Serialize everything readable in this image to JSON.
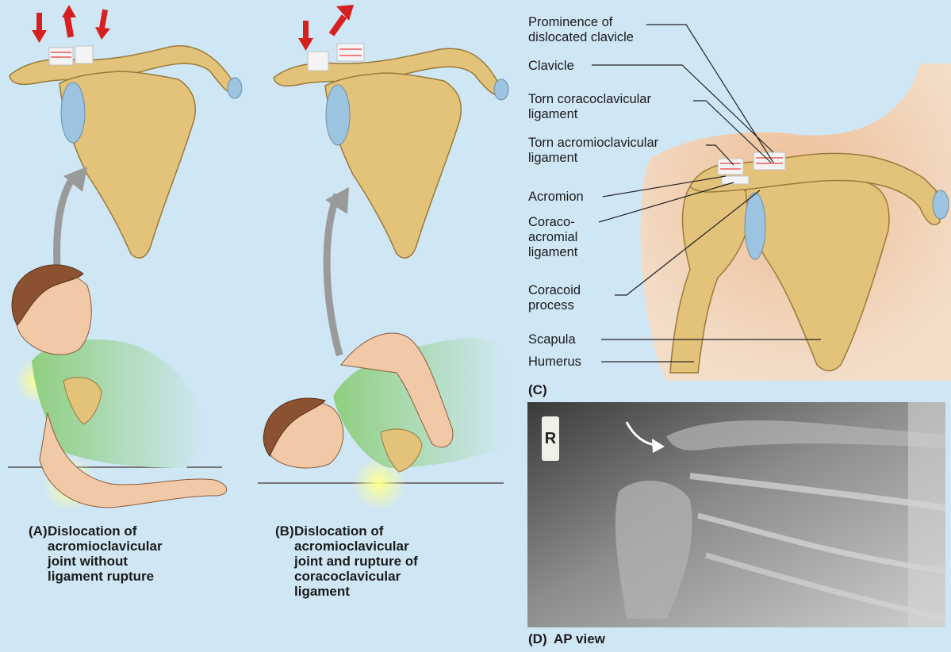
{
  "panels": {
    "a": {
      "tag": "(A)",
      "text": "Dislocation of\nacromioclavicular\njoint without\nligament rupture"
    },
    "b": {
      "tag": "(B)",
      "text": "Dislocation of\nacromioclavicular\njoint and rupture of\ncoracoclavicular\nligament"
    },
    "c": {
      "tag": "(C)"
    },
    "d": {
      "tag": "(D)",
      "text": "AP view",
      "marker": "R"
    }
  },
  "labels": {
    "prominence": "Prominence of\ndislocated clavicle",
    "clavicle": "Clavicle",
    "torn_cc": "Torn coracoclavicular\nligament",
    "torn_ac": "Torn acromioclavicular\nligament",
    "acromion": "Acromion",
    "coracoacromial": "Coraco-\nacromial\nligament",
    "coracoid": "Coracoid\nprocess",
    "scapula": "Scapula",
    "humerus": "Humerus"
  },
  "colors": {
    "background": "#cfe7f5",
    "bone": "#e3c27a",
    "bone_outline": "#9a7a3a",
    "cartilage": "#9cc3df",
    "arrow_red": "#d62020",
    "arrow_gray": "#9a9a9a",
    "shirt": "#8fcf7e",
    "skin": "#f2c9a6",
    "ligament_torn": "#f08080",
    "xray_dark": "#2a2a2a"
  }
}
